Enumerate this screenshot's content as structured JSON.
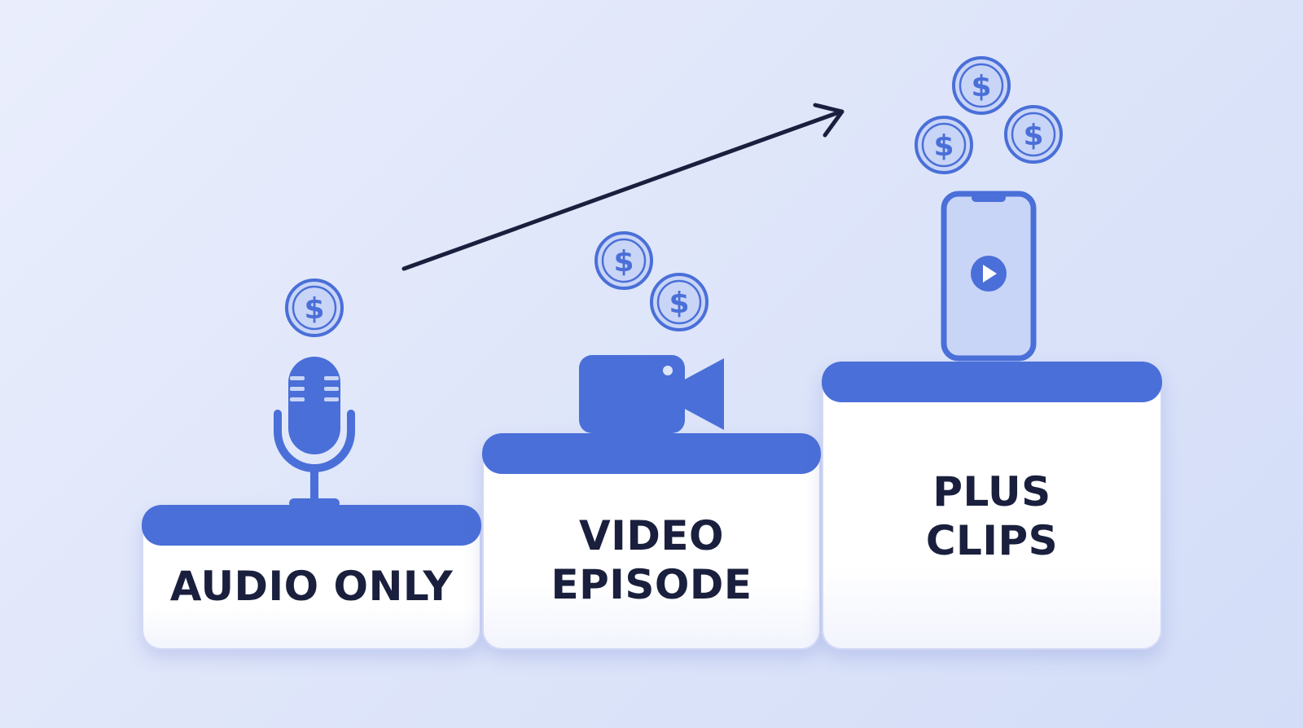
{
  "steps": [
    {
      "label": "AUDIO ONLY",
      "icon": "microphone-icon",
      "coins": 1
    },
    {
      "label": "VIDEO\nEPISODE",
      "icon": "video-camera-icon",
      "coins": 2
    },
    {
      "label": "PLUS\nCLIPS",
      "icon": "smartphone-play-icon",
      "coins": 3
    }
  ],
  "coin_symbol": "$",
  "colors": {
    "accent": "#4a6fd8",
    "coin_fill": "#c9d5f7",
    "text": "#1a1f3d",
    "arrow": "#1a1f3d"
  }
}
